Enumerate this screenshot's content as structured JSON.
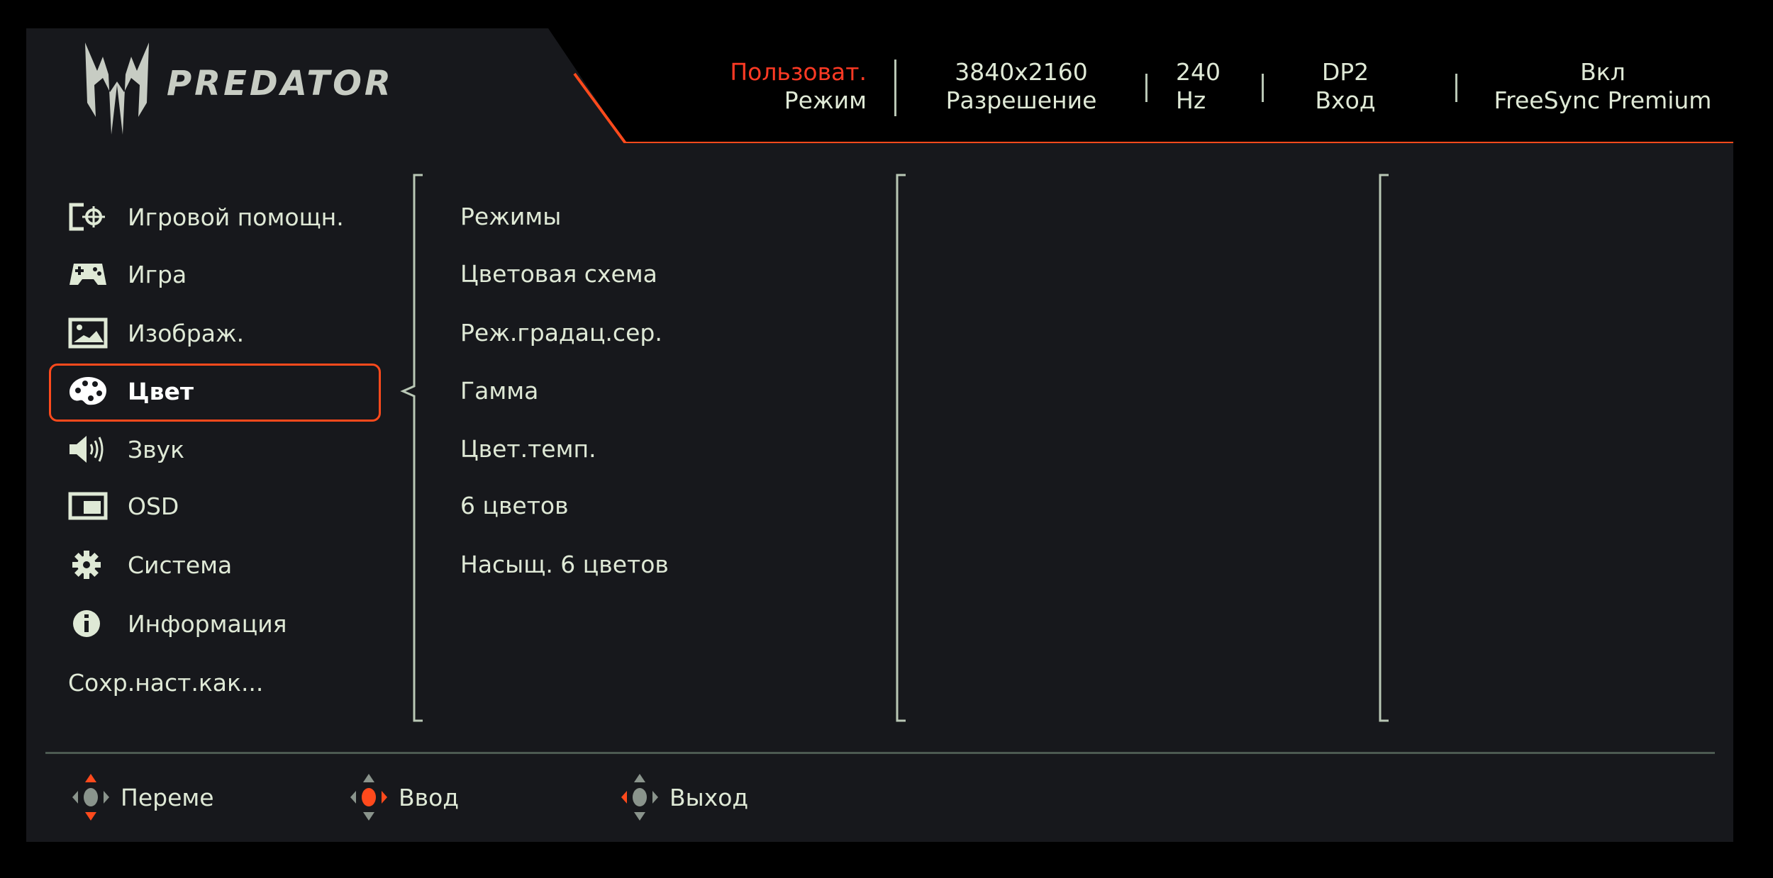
{
  "brand": {
    "logo_text": "PREDATOR"
  },
  "colors": {
    "accent": "#ff4a1c",
    "mode_text": "#ff3a24",
    "text": "#dfe9d6",
    "background": "#17181c"
  },
  "status_bar": {
    "mode": {
      "value": "Пользоват.",
      "label": "Режим"
    },
    "resolution": {
      "value": "3840x2160",
      "label": "Разрешение"
    },
    "refresh": {
      "value": "240",
      "label": "Hz"
    },
    "input": {
      "value": "DP2",
      "label": "Вход"
    },
    "freesync": {
      "value": "Вкл",
      "label": "FreeSync Premium"
    }
  },
  "sidebar": {
    "selected": "Цвет",
    "items": [
      {
        "label": "Игровой помощн.",
        "icon": "game-assist-icon"
      },
      {
        "label": "Игра",
        "icon": "gamepad-icon"
      },
      {
        "label": "Изображ.",
        "icon": "image-icon"
      },
      {
        "label": "Цвет",
        "icon": "palette-icon"
      },
      {
        "label": "Звук",
        "icon": "speaker-icon"
      },
      {
        "label": "OSD",
        "icon": "osd-icon"
      },
      {
        "label": "Система",
        "icon": "gear-icon"
      },
      {
        "label": "Информация",
        "icon": "info-icon"
      },
      {
        "label": "Сохр.наст.как..."
      }
    ]
  },
  "submenu": {
    "items": [
      "Режимы",
      "Цветовая схема",
      "Реж.градац.сер.",
      "Гамма",
      "Цвет.темп.",
      "6 цветов",
      "Насыщ. 6 цветов"
    ]
  },
  "footer": {
    "move": "Переме",
    "enter": "Ввод",
    "exit": "Выход"
  }
}
